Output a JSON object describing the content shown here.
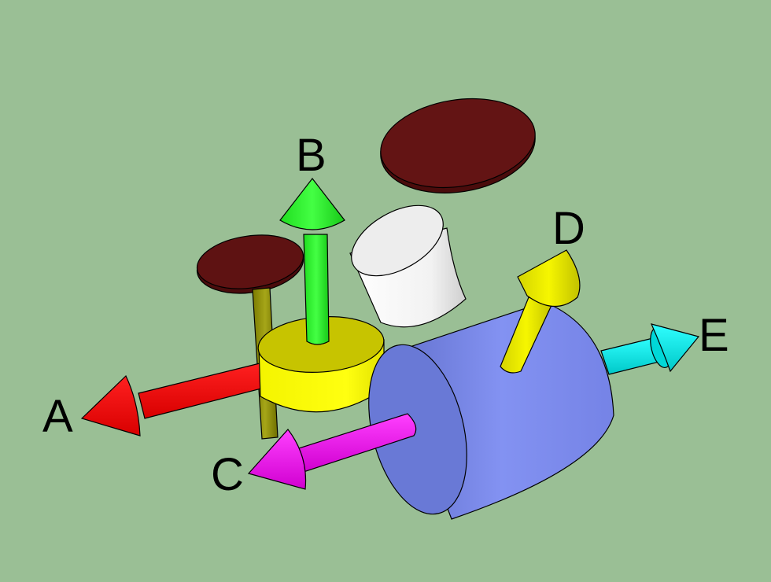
{
  "labels": {
    "a": "A",
    "b": "B",
    "c": "C",
    "d": "D",
    "e": "E"
  },
  "colors": {
    "background": "#9ABF95",
    "arrow_a": "#FF0000",
    "arrow_b": "#22EE22",
    "arrow_c": "#FF00FF",
    "arrow_d": "#E8E800",
    "arrow_e": "#00F0F0",
    "cylinder": "#7F8FEF",
    "disc": "#F2F200",
    "discs_dark_red": "#631414",
    "white_cylinder": "#F2F2F2",
    "olive_post": "#9A9A10"
  }
}
